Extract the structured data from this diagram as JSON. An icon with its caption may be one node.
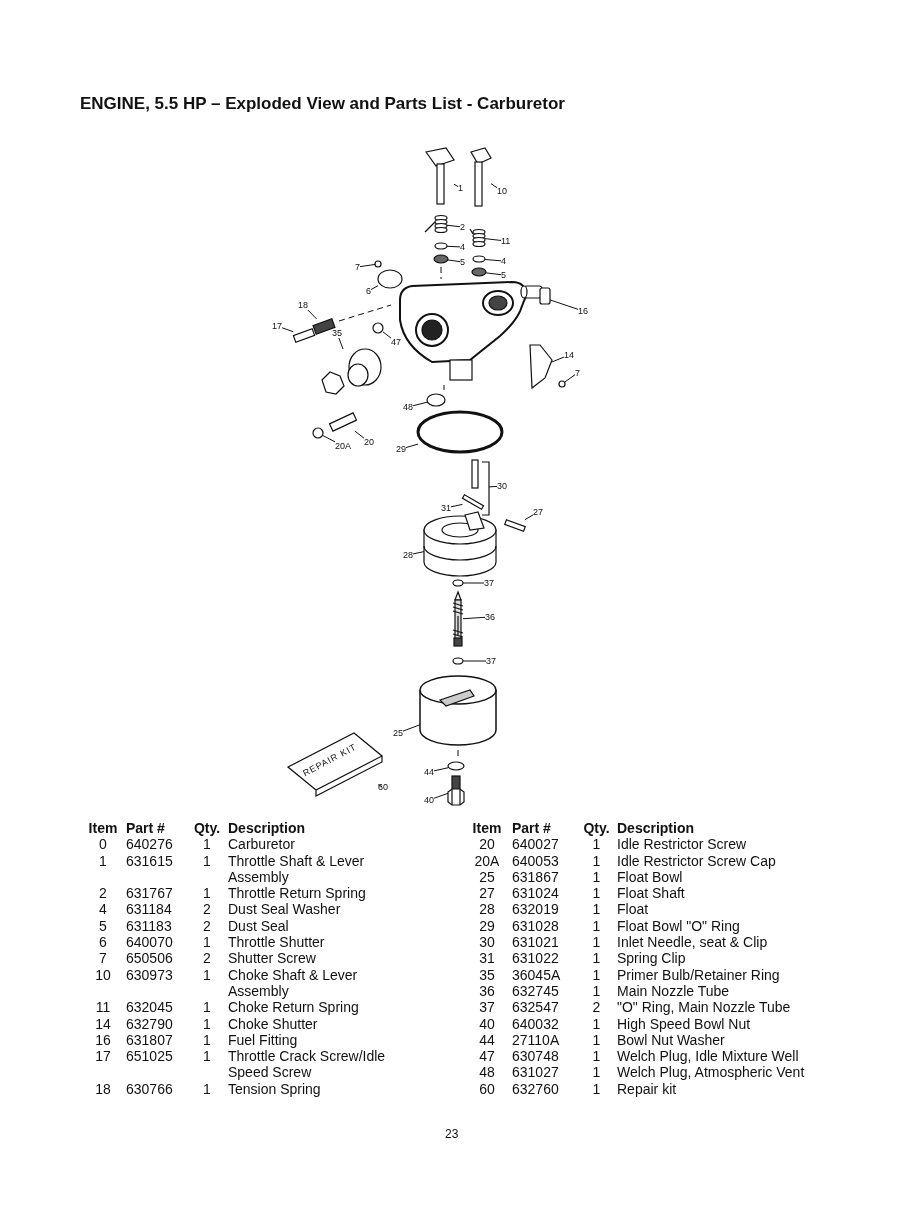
{
  "diagram": {
    "title": "ENGINE, 5.5 HP – Exploded View and Parts List - Carburetor",
    "nodes": [
      {
        "text": [
          "1"
        ]
      },
      {
        "text": [
          "10"
        ]
      },
      {
        "text": [
          "2"
        ]
      },
      {
        "text": [
          "11"
        ]
      },
      {
        "text": [
          "4"
        ]
      },
      {
        "text": [
          "5"
        ]
      },
      {
        "text": [
          "7"
        ]
      },
      {
        "text": [
          "4"
        ]
      },
      {
        "text": [
          "5"
        ]
      },
      {
        "text": [
          "6"
        ]
      },
      {
        "text": [
          "16"
        ]
      },
      {
        "text": [
          "18"
        ]
      },
      {
        "text": [
          "17"
        ]
      },
      {
        "text": [
          "47"
        ]
      },
      {
        "text": [
          "35"
        ]
      },
      {
        "text": [
          "14"
        ]
      },
      {
        "text": [
          "7"
        ]
      },
      {
        "text": [
          "48"
        ]
      },
      {
        "text": [
          "20"
        ]
      },
      {
        "text": [
          "20A"
        ]
      },
      {
        "text": [
          "29"
        ]
      },
      {
        "text": [
          "30"
        ]
      },
      {
        "text": [
          "31"
        ]
      },
      {
        "text": [
          "27"
        ]
      },
      {
        "text": [
          "28"
        ]
      },
      {
        "text": [
          "37"
        ]
      },
      {
        "text": [
          "36"
        ]
      },
      {
        "text": [
          "37"
        ]
      },
      {
        "text": [
          "25"
        ]
      },
      {
        "text": [
          "44"
        ]
      },
      {
        "text": [
          "60"
        ]
      },
      {
        "text": [
          "40"
        ]
      },
      {
        "text": [],
        "shape": "picture"
      },
      {
        "text": [],
        "shape": "picture"
      },
      {
        "text": [],
        "shape": "picture"
      },
      {
        "text": [],
        "shape": "picture"
      },
      {
        "text": [],
        "shape": "circle"
      },
      {
        "text": [],
        "shape": "circle"
      },
      {
        "text": [],
        "shape": "circle"
      },
      {
        "text": [],
        "shape": "circle"
      },
      {
        "text": [],
        "shape": "circle"
      },
      {
        "text": [],
        "shape": "circle"
      },
      {
        "text": [],
        "shape": "picture"
      },
      {
        "text": [],
        "shape": "box"
      },
      {
        "text": [],
        "shape": "box"
      },
      {
        "text": [],
        "shape": "circle"
      },
      {
        "text": [],
        "shape": "picture"
      },
      {
        "text": [],
        "shape": "picture"
      },
      {
        "text": [],
        "shape": "circle"
      },
      {
        "text": [],
        "shape": "circle"
      },
      {
        "text": [],
        "shape": "box"
      },
      {
        "text": [],
        "shape": "circle"
      },
      {
        "text": [],
        "shape": "circle"
      },
      {
        "text": [],
        "shape": "picture"
      },
      {
        "text": [],
        "shape": "box"
      },
      {
        "text": [],
        "shape": "box"
      },
      {
        "text": [],
        "shape": "picture"
      },
      {
        "text": [],
        "shape": "circle"
      },
      {
        "text": [],
        "shape": "picture"
      },
      {
        "text": [],
        "shape": "circle"
      },
      {
        "text": [],
        "shape": "picture"
      },
      {
        "text": [],
        "shape": "circle"
      },
      {
        "text": [],
        "shape": "picture"
      },
      {
        "text": [],
        "shape": "picture"
      }
    ],
    "edges": [
      {
        "from": 0,
        "to": 32,
        "arrow": "none"
      },
      {
        "from": 1,
        "to": 33,
        "arrow": "none"
      },
      {
        "from": 2,
        "to": 34,
        "arrow": "none"
      },
      {
        "from": 3,
        "to": 35,
        "arrow": "none"
      },
      {
        "from": 4,
        "to": 36,
        "arrow": "none"
      },
      {
        "from": 5,
        "to": 37,
        "arrow": "none"
      },
      {
        "from": 6,
        "to": 38,
        "arrow": "none"
      },
      {
        "from": 7,
        "to": 39,
        "arrow": "none"
      },
      {
        "from": 8,
        "to": 40,
        "arrow": "none"
      },
      {
        "from": 9,
        "to": 41,
        "arrow": "none"
      },
      {
        "from": 10,
        "to": 42,
        "arrow": "none"
      },
      {
        "from": 11,
        "to": 43,
        "arrow": "none"
      },
      {
        "from": 12,
        "to": 44,
        "arrow": "none"
      },
      {
        "from": 13,
        "to": 45,
        "arrow": "none"
      },
      {
        "from": 14,
        "to": 46,
        "arrow": "none"
      },
      {
        "from": 15,
        "to": 47,
        "arrow": "none"
      },
      {
        "from": 16,
        "to": 48,
        "arrow": "none"
      },
      {
        "from": 17,
        "to": 49,
        "arrow": "none"
      },
      {
        "from": 18,
        "to": 50,
        "arrow": "none"
      },
      {
        "from": 19,
        "to": 51,
        "arrow": "none"
      },
      {
        "from": 20,
        "to": 52,
        "arrow": "none"
      },
      {
        "from": 21,
        "to": 53,
        "arrow": "none"
      },
      {
        "from": 22,
        "to": 54,
        "arrow": "none"
      },
      {
        "from": 23,
        "to": 55,
        "arrow": "none"
      },
      {
        "from": 24,
        "to": 56,
        "arrow": "none"
      },
      {
        "from": 25,
        "to": 57,
        "arrow": "none"
      },
      {
        "from": 26,
        "to": 58,
        "arrow": "none"
      },
      {
        "from": 27,
        "to": 59,
        "arrow": "none"
      },
      {
        "from": 28,
        "to": 60,
        "arrow": "none"
      },
      {
        "from": 29,
        "to": 61,
        "arrow": "none"
      },
      {
        "from": 30,
        "to": 62,
        "arrow": "none"
      },
      {
        "from": 31,
        "to": 63,
        "arrow": "none"
      }
    ],
    "labels": [
      "REPAIR KIT",
      "Item",
      "Part #",
      "Qty.",
      "Description",
      "0",
      "640276",
      "1",
      "Carburetor",
      "1",
      "631615",
      "1",
      "Throttle Shaft & Lever Assembly",
      "2",
      "631767",
      "1",
      "Throttle Return Spring",
      "4",
      "631184",
      "2",
      "Dust Seal Washer",
      "5",
      "631183",
      "2",
      "Dust Seal",
      "6",
      "640070",
      "1",
      "Throttle Shutter",
      "7",
      "650506",
      "2",
      "Shutter Screw",
      "10",
      "630973",
      "1",
      "Choke Shaft & Lever Assembly",
      "11",
      "632045",
      "1",
      "Choke Return Spring",
      "14",
      "632790",
      "1",
      "Choke Shutter",
      "16",
      "631807",
      "1",
      "Fuel Fitting",
      "17",
      "651025",
      "1",
      "Throttle Crack Screw/Idle Speed Screw",
      "18",
      "630766",
      "1",
      "Tension Spring",
      "Item",
      "Part #",
      "Qty.",
      "Description",
      "20",
      "640027",
      "1",
      "Idle Restrictor Screw",
      "20A",
      "640053",
      "1",
      "Idle Restrictor Screw Cap",
      "25",
      "631867",
      "1",
      "Float Bowl",
      "27",
      "631024",
      "1",
      "Float Shaft",
      "28",
      "632019",
      "1",
      "Float",
      "29",
      "631028",
      "1",
      "Float Bowl \"O\" Ring",
      "30",
      "631021",
      "1",
      "Inlet Needle, seat & Clip",
      "31",
      "631022",
      "1",
      "Spring Clip",
      "35",
      "36045A",
      "1",
      "Primer Bulb/Retainer Ring",
      "36",
      "632745",
      "1",
      "Main Nozzle Tube",
      "37",
      "632547",
      "2",
      "\"O\" Ring, Main Nozzle Tube",
      "40",
      "640032",
      "1",
      "High Speed Bowl Nut",
      "44",
      "27110A",
      "1",
      "Bowl Nut Washer",
      "47",
      "630748",
      "1",
      "Welch Plug, Idle Mixture Well",
      "48",
      "631027",
      "1",
      "Welch Plug, Atmospheric Vent",
      "60",
      "632760",
      "1",
      "Repair kit",
      "23"
    ]
  }
}
